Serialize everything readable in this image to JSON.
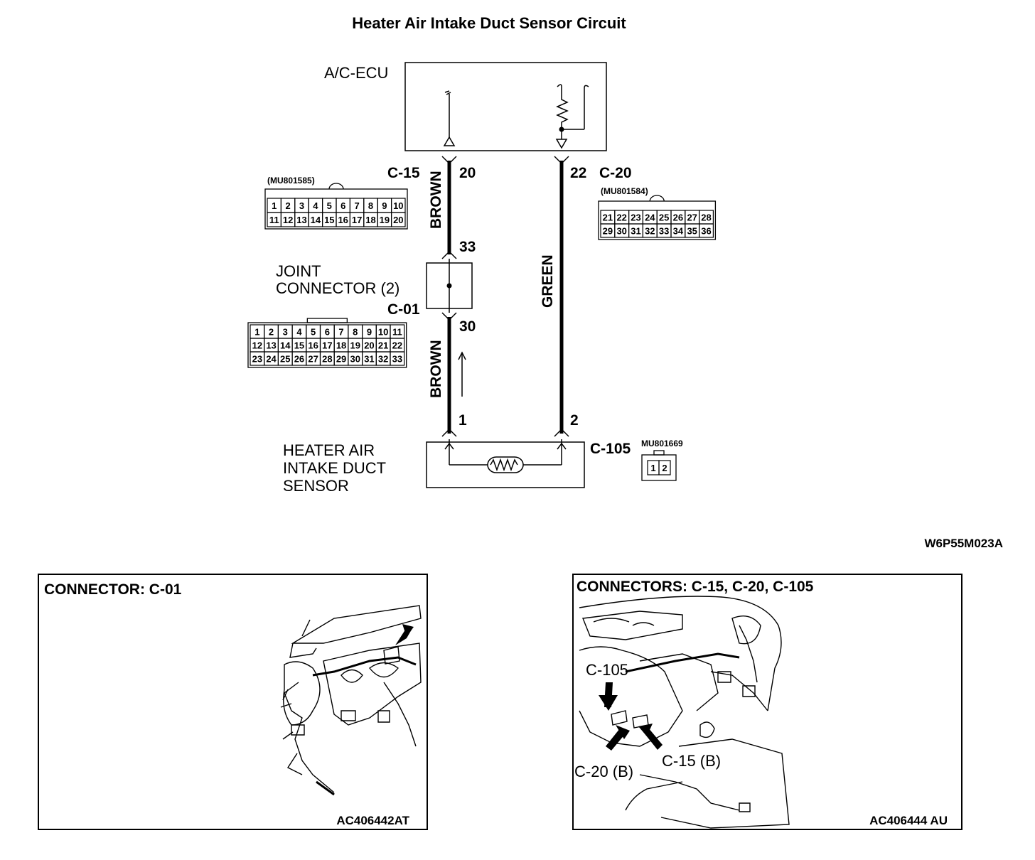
{
  "title": "Heater Air Intake Duct Sensor Circuit",
  "ecu": {
    "label": "A/C-ECU"
  },
  "connectors": {
    "c15": {
      "name": "C-15",
      "part": "(MU801585)",
      "rows": [
        [
          "1",
          "2",
          "3",
          "4",
          "5",
          "6",
          "7",
          "8",
          "9",
          "10"
        ],
        [
          "11",
          "12",
          "13",
          "14",
          "15",
          "16",
          "17",
          "18",
          "19",
          "20"
        ]
      ]
    },
    "c20": {
      "name": "C-20",
      "part": "(MU801584)",
      "rows": [
        [
          "21",
          "22",
          "23",
          "24",
          "25",
          "26",
          "27",
          "28"
        ],
        [
          "29",
          "30",
          "31",
          "32",
          "33",
          "34",
          "35",
          "36"
        ]
      ]
    },
    "c01": {
      "name": "C-01",
      "rows": [
        [
          "1",
          "2",
          "3",
          "4",
          "5",
          "6",
          "7",
          "8",
          "9",
          "10",
          "11"
        ],
        [
          "12",
          "13",
          "14",
          "15",
          "16",
          "17",
          "18",
          "19",
          "20",
          "21",
          "22"
        ],
        [
          "23",
          "24",
          "25",
          "26",
          "27",
          "28",
          "29",
          "30",
          "31",
          "32",
          "33"
        ]
      ]
    },
    "c105": {
      "name": "C-105",
      "part": "MU801669",
      "rows": [
        [
          "1",
          "2"
        ]
      ]
    }
  },
  "pins": {
    "ecu_left": "20",
    "ecu_right": "22",
    "joint_top": "33",
    "joint_bottom": "30",
    "sensor_left": "1",
    "sensor_right": "2"
  },
  "wires": {
    "left_upper": "BROWN",
    "left_lower": "BROWN",
    "right": "GREEN"
  },
  "joint_connector": {
    "line1": "JOINT",
    "line2": "CONNECTOR (2)"
  },
  "sensor": {
    "line1": "HEATER AIR",
    "line2": "INTAKE DUCT",
    "line3": "SENSOR"
  },
  "diagram_code": "W6P55M023A",
  "panels": [
    {
      "title": "CONNECTOR: C-01",
      "code": "AC406442AT"
    },
    {
      "title": "CONNECTORS: C-15, C-20, C-105",
      "code": "AC406444 AU",
      "callouts": [
        "C-105",
        "C-15 (B)",
        "C-20 (B)"
      ]
    }
  ]
}
